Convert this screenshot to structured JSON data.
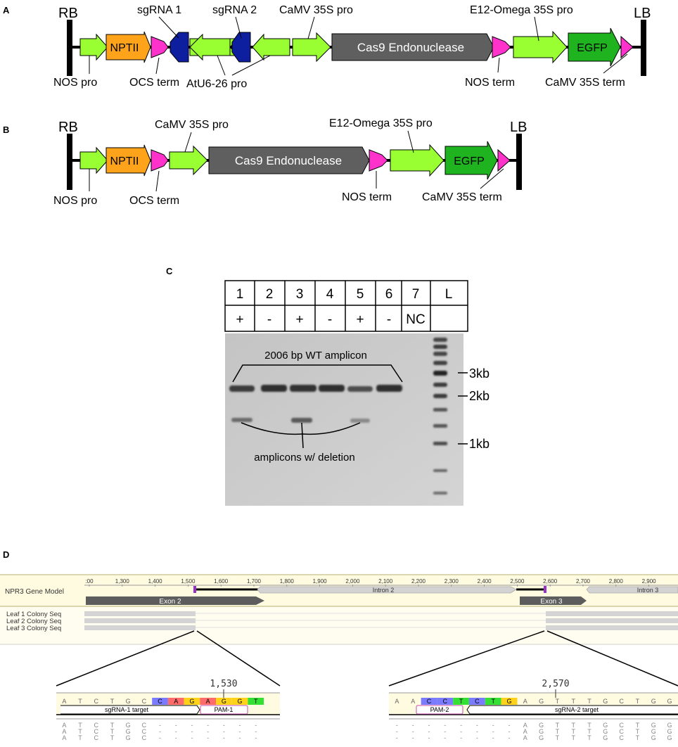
{
  "panels": {
    "a": "A",
    "b": "B",
    "c": "C",
    "d": "D"
  },
  "construct_a": {
    "rb": "RB",
    "lb": "LB",
    "nptii": "NPTII",
    "cas9": "Cas9 Endonuclease",
    "egfp": "EGFP",
    "labels": {
      "sgrna1": "sgRNA 1",
      "sgrna2": "sgRNA 2",
      "camv_pro": "CaMV 35S pro",
      "e12_pro": "E12-Omega 35S pro",
      "nos_pro": "NOS pro",
      "ocs_term": "OCS term",
      "atu6_pro": "AtU6-26 pro",
      "nos_term": "NOS term",
      "camv_term": "CaMV 35S term"
    }
  },
  "construct_b": {
    "rb": "RB",
    "lb": "LB",
    "nptii": "NPTII",
    "cas9": "Cas9 Endonuclease",
    "egfp": "EGFP",
    "labels": {
      "camv_pro": "CaMV 35S pro",
      "e12_pro": "E12-Omega 35S pro",
      "nos_pro": "NOS pro",
      "ocs_term": "OCS term",
      "nos_term": "NOS term",
      "camv_term": "CaMV 35S term"
    }
  },
  "gel": {
    "lanes": [
      "1",
      "2",
      "3",
      "4",
      "5",
      "6",
      "7",
      "L"
    ],
    "signs": [
      "+",
      "-",
      "+",
      "-",
      "+",
      "-",
      "NC",
      ""
    ],
    "wt_label": "2006 bp WT amplicon",
    "del_label": "amplicons w/ deletion",
    "markers": [
      "3kb",
      "2kb",
      "1kb"
    ]
  },
  "gene_model": {
    "ruler_ticks": [
      ":00",
      "1,300",
      "1,400",
      "1,500",
      "1,600",
      "1,700",
      "1,800",
      "1,900",
      "2,000",
      "2,100",
      "2,200",
      "2,300",
      "2,400",
      "2,500",
      "2,600",
      "2,700",
      "2,800",
      "2,900"
    ],
    "track_label": "NPR3 Gene Model",
    "exon2": "Exon 2",
    "intron2": "Intron 2",
    "exon3": "Exon 3",
    "intron3": "Intron 3",
    "seq_labels": [
      "Leaf 1 Colony Seq",
      "Leaf 2 Colony Seq",
      "Leaf 3 Colony Seq"
    ]
  },
  "zoom_left": {
    "position": "1,530",
    "bases": [
      "A",
      "T",
      "C",
      "T",
      "G",
      "C",
      "C",
      "A",
      "G",
      "A",
      "G",
      "G",
      "T"
    ],
    "target": "sgRNA-1 target",
    "pam": "PAM-1",
    "rows": [
      [
        "A",
        "T",
        "C",
        "T",
        "G",
        "C",
        "-",
        "-",
        "-",
        "-",
        "-",
        "-",
        "-"
      ],
      [
        "A",
        "T",
        "C",
        "T",
        "G",
        "C",
        "-",
        "-",
        "-",
        "-",
        "-",
        "-",
        "-"
      ],
      [
        "A",
        "T",
        "C",
        "T",
        "G",
        "C",
        "-",
        "-",
        "-",
        "-",
        "-",
        "-",
        "-"
      ]
    ]
  },
  "zoom_right": {
    "position": "2,570",
    "bases": [
      "A",
      "A",
      "C",
      "C",
      "T",
      "C",
      "T",
      "G",
      "A",
      "G",
      "T",
      "T",
      "T",
      "G",
      "C",
      "T",
      "G",
      "G"
    ],
    "target": "sgRNA-2 target",
    "pam": "PAM-2",
    "rows": [
      [
        "-",
        "-",
        "-",
        "-",
        "-",
        "-",
        "-",
        "-",
        "A",
        "G",
        "T",
        "T",
        "T",
        "G",
        "C",
        "T",
        "G",
        "G"
      ],
      [
        "-",
        "-",
        "-",
        "-",
        "-",
        "-",
        "-",
        "-",
        "A",
        "G",
        "T",
        "T",
        "T",
        "G",
        "C",
        "T",
        "G",
        "G"
      ],
      [
        "-",
        "-",
        "-",
        "-",
        "-",
        "-",
        "-",
        "-",
        "A",
        "G",
        "T",
        "T",
        "T",
        "G",
        "C",
        "T",
        "G",
        "G"
      ]
    ]
  },
  "colors": {
    "promoter": "#99ff33",
    "nptii": "#ffa31a",
    "terminator": "#ff33cc",
    "sgrna": "#0d1f9e",
    "cas9": "#5f5f5f",
    "egfp": "#1fb31f",
    "base_A": "#ff6b6b",
    "base_C": "#7b7bff",
    "base_G": "#ffd21a",
    "base_T": "#33e033"
  }
}
